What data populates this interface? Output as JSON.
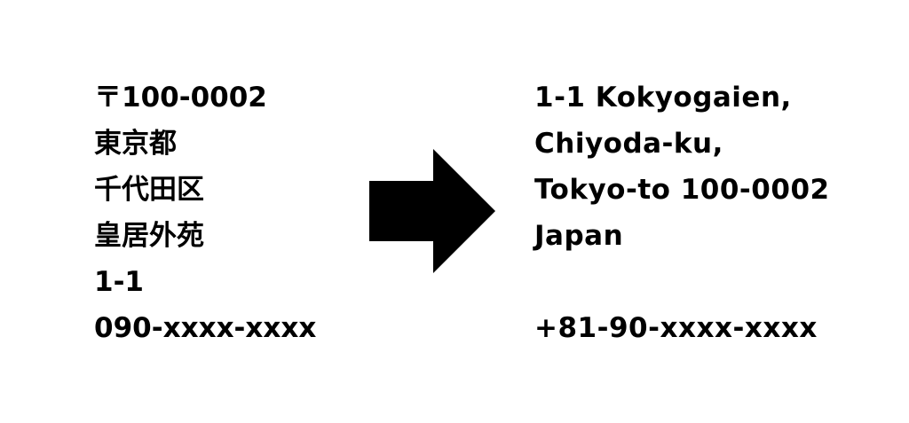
{
  "japanese_address": {
    "lines": [
      "〒100-0002",
      "東京都",
      "千代田区",
      "皇居外苑",
      "1-1",
      "090-xxxx-xxxx"
    ]
  },
  "english_address": {
    "lines": [
      "1-1  Kokyogaien,",
      "Chiyoda-ku,",
      "Tokyo-to  100-0002",
      "Japan"
    ],
    "phone": "+81-90-xxxx-xxxx"
  },
  "arrow": {
    "icon": "right-arrow-icon",
    "color": "#000000"
  }
}
